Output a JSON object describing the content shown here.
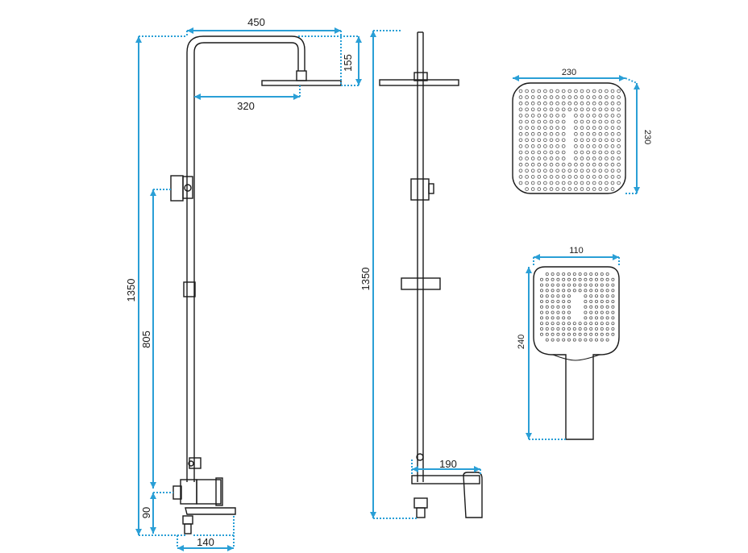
{
  "colors": {
    "dimension": "#2a9fd6",
    "outline": "#1a1a1a",
    "background": "#ffffff"
  },
  "dimensions": {
    "overall_width": "450",
    "head_drop": "155",
    "arm_reach": "320",
    "total_height_side": "1350",
    "slider_height": "805",
    "mixer_height": "90",
    "mixer_depth": "140",
    "total_height_front": "1350",
    "spout_reach": "190",
    "head_width": "230",
    "head_depth": "230",
    "hand_width": "110",
    "hand_length": "240"
  }
}
